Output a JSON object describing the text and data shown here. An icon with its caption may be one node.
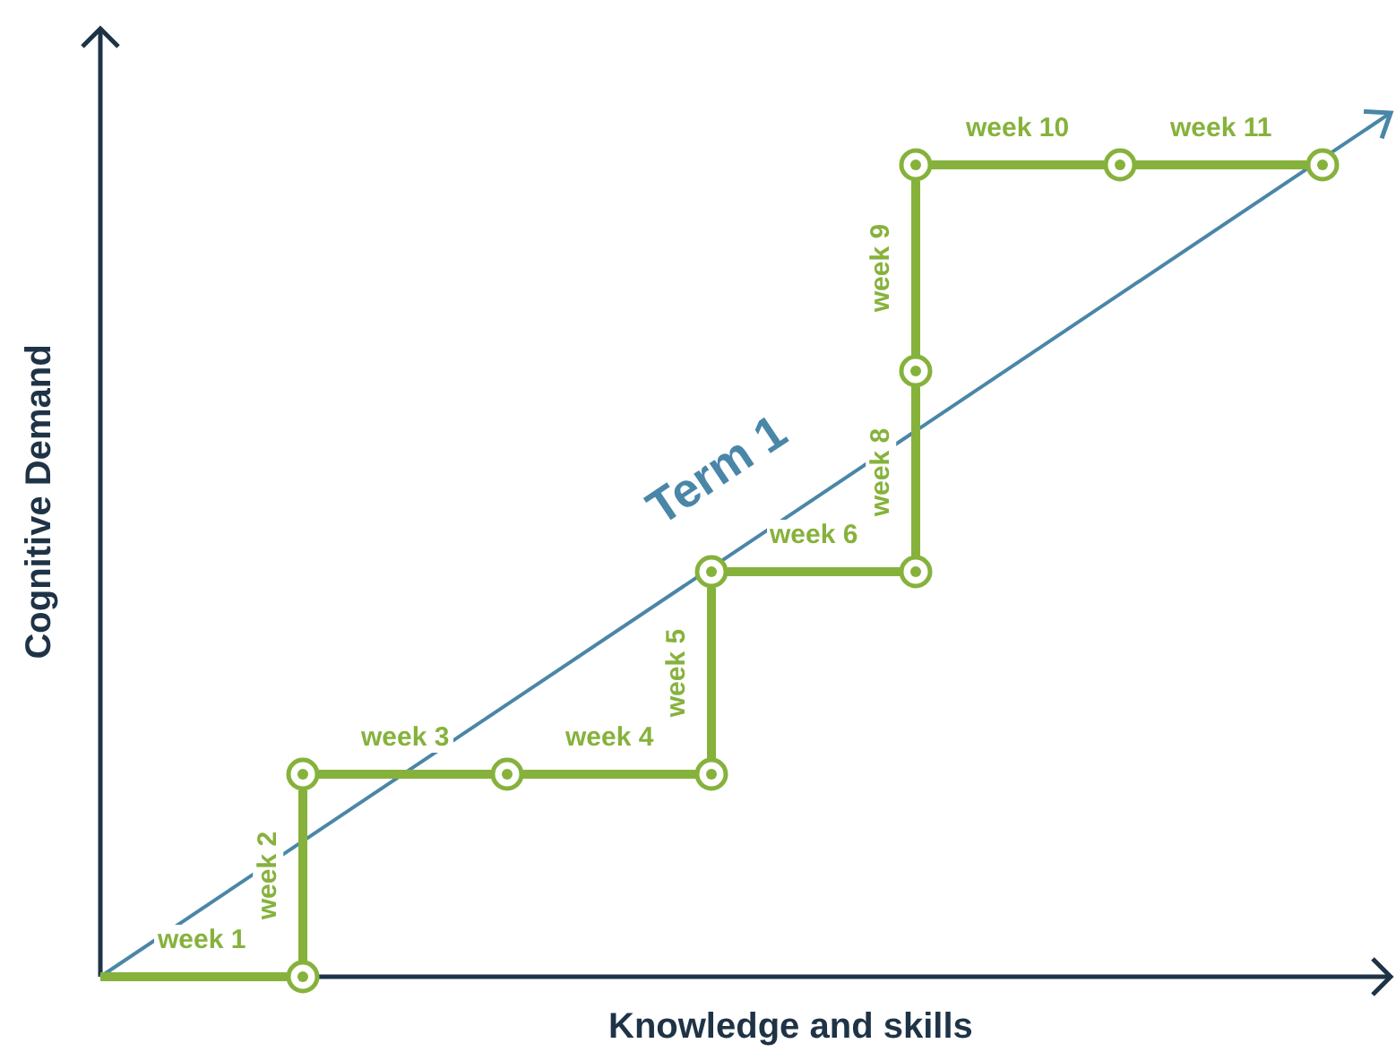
{
  "diagram": {
    "nodes": [
      {
        "text": [],
        "shape": "circle"
      },
      {
        "text": [],
        "shape": "circle"
      },
      {
        "text": [],
        "shape": "circle"
      },
      {
        "text": [],
        "shape": "circle"
      },
      {
        "text": [],
        "shape": "circle"
      },
      {
        "text": [],
        "shape": "circle"
      },
      {
        "text": [],
        "shape": "circle"
      },
      {
        "text": [],
        "shape": "circle"
      },
      {
        "text": [],
        "shape": "circle"
      },
      {
        "text": [],
        "shape": "circle"
      }
    ],
    "edges": [
      {
        "from": null,
        "to": 0,
        "arrow": "none",
        "label": "week 1"
      },
      {
        "from": 0,
        "to": 1,
        "arrow": "none",
        "label": "week 2"
      },
      {
        "from": 1,
        "to": 2,
        "arrow": "none",
        "label": "week 3"
      },
      {
        "from": 2,
        "to": 3,
        "arrow": "none",
        "label": "week 4"
      },
      {
        "from": 3,
        "to": 4,
        "arrow": "none",
        "label": "week 5"
      },
      {
        "from": 4,
        "to": 5,
        "arrow": "none",
        "label": "week 6"
      },
      {
        "from": 5,
        "to": 6,
        "arrow": "none",
        "label": "week 8"
      },
      {
        "from": 6,
        "to": 7,
        "arrow": "none",
        "label": "week 9"
      },
      {
        "from": 7,
        "to": 8,
        "arrow": "none",
        "label": "week 10"
      },
      {
        "from": 8,
        "to": 9,
        "arrow": "none",
        "label": "week 11"
      }
    ],
    "labels": [
      "Cognitive Demand",
      "Term 1",
      "Knowledge and skills"
    ]
  }
}
